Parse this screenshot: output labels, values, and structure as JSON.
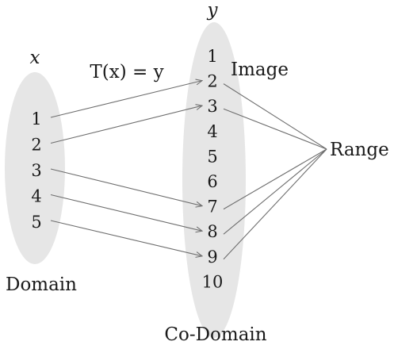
{
  "domain": {
    "var_label": "x",
    "caption": "Domain",
    "elements": [
      "1",
      "2",
      "3",
      "4",
      "5"
    ]
  },
  "codomain": {
    "var_label": "y",
    "caption": "Co-Domain",
    "elements": [
      "1",
      "2",
      "3",
      "4",
      "5",
      "6",
      "7",
      "8",
      "9",
      "10"
    ]
  },
  "function_label": "T(x) = y",
  "image_label": "Image",
  "range_label": "Range",
  "mappings": [
    {
      "from": "1",
      "to": "2"
    },
    {
      "from": "2",
      "to": "3"
    },
    {
      "from": "3",
      "to": "7"
    },
    {
      "from": "4",
      "to": "8"
    },
    {
      "from": "5",
      "to": "9"
    }
  ],
  "range_elements": [
    "2",
    "3",
    "7",
    "8",
    "9"
  ],
  "colors": {
    "set_fill": "#e6e6e6",
    "line": "#6e6e6e",
    "text": "#1a1a1a"
  }
}
